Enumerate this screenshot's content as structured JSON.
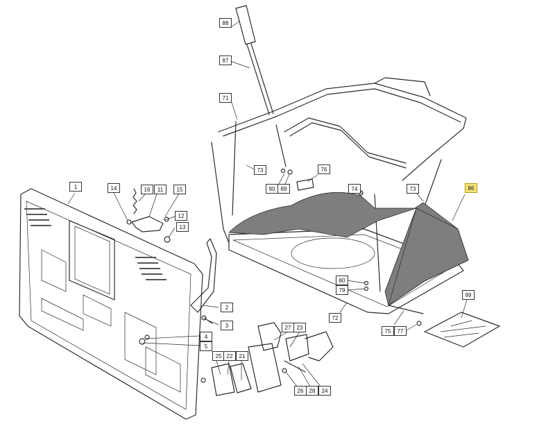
{
  "diagram": {
    "part_numbers": {
      "p1": "1",
      "p2": "2",
      "p3": "3",
      "p4": "4",
      "p5": "5",
      "p11": "11",
      "p12": "12",
      "p13": "13",
      "p14": "14",
      "p15": "15",
      "p16": "16",
      "p21": "21",
      "p22": "22",
      "p23": "23",
      "p24": "24",
      "p25": "25",
      "p26": "26",
      "p27": "27",
      "p28": "28",
      "p71": "71",
      "p72": "72",
      "p73a": "73",
      "p73b": "73",
      "p74": "74",
      "p75": "75",
      "p76": "76",
      "p77": "77",
      "p79": "79",
      "p80": "80",
      "p86": "86",
      "p87": "87",
      "p88": "88",
      "p89": "89",
      "p90": "90",
      "p99": "99"
    },
    "highlight_color": "#f7e27a",
    "bag_fill_color": "#7e7e7e"
  }
}
